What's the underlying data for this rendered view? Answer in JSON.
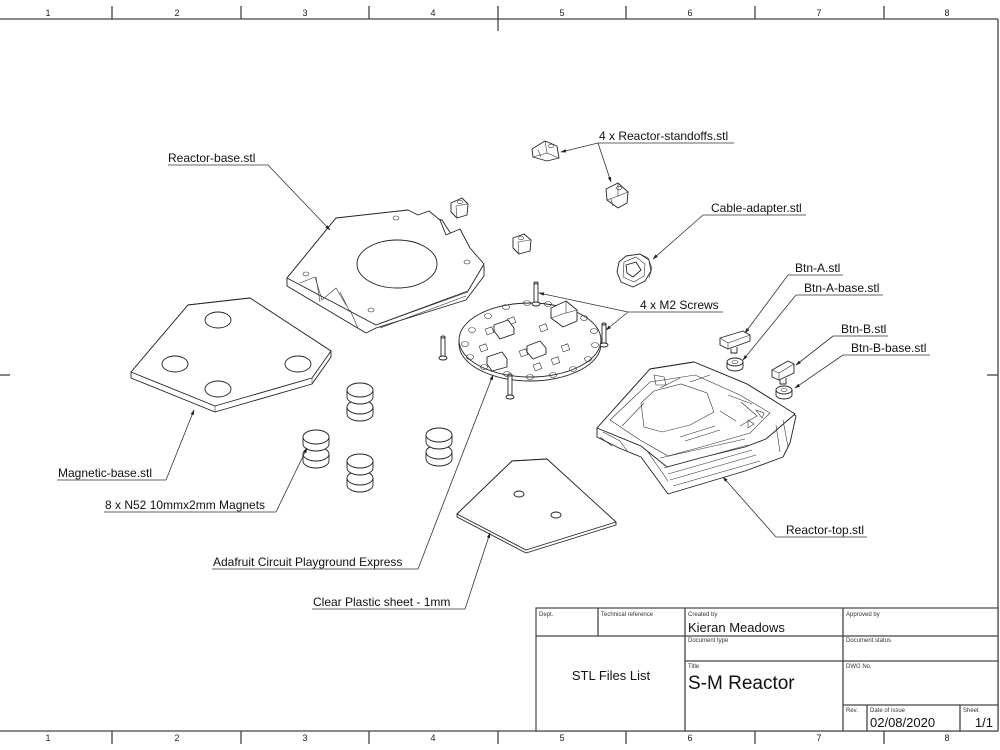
{
  "sheet": {
    "zones_top": [
      "1",
      "2",
      "3",
      "4",
      "5",
      "6",
      "7",
      "8"
    ],
    "zones_bottom": [
      "1",
      "2",
      "3",
      "4",
      "5",
      "6",
      "7",
      "8"
    ]
  },
  "callouts": {
    "reactor_base": "Reactor-base.stl",
    "standoffs": "4 x Reactor-standoffs.stl",
    "cable_adapter": "Cable-adapter.stl",
    "btn_a": "Btn-A.stl",
    "btn_a_base": "Btn-A-base.stl",
    "m2_screws": "4 x M2 Screws",
    "btn_b": "Btn-B.stl",
    "btn_b_base": "Btn-B-base.stl",
    "magnetic_base": "Magnetic-base.stl",
    "magnets": "8 x N52 10mmx2mm Magnets",
    "circuit_playground": "Adafruit Circuit Playground Express",
    "plastic_sheet": "Clear Plastic sheet - 1mm",
    "reactor_top": "Reactor-top.stl"
  },
  "title_block": {
    "dept_label": "Dept.",
    "tech_ref_label": "Technical reference",
    "created_by_label": "Created by",
    "created_by": "Kieran Meadows",
    "approved_by_label": "Approved by",
    "approved_by": "",
    "doc_type_label": "Document type",
    "doc_status_label": "Document status",
    "description": "STL Files List",
    "title_label": "Title",
    "title": "S-M Reactor",
    "dwg_no_label": "DWG No.",
    "rev_label": "Rev.",
    "date_label": "Date of issue",
    "date": "02/08/2020",
    "sheet_label": "Sheet",
    "sheet": "1/1"
  }
}
